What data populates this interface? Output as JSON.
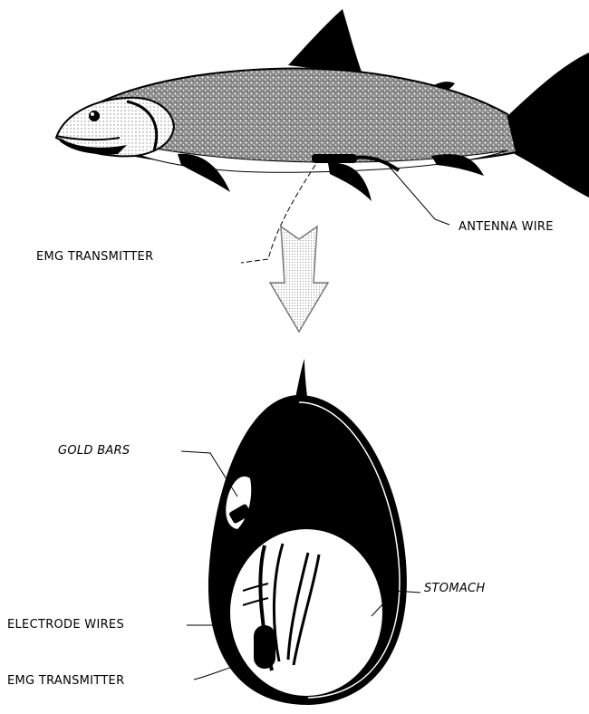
{
  "labels": {
    "antenna_wire": "ANTENNA WIRE",
    "emg_transmitter_top": "EMG TRANSMITTER",
    "gold_bars": "GOLD BARS",
    "stomach": "STOMACH",
    "electrode_wires": "ELECTRODE WIRES",
    "emg_transmitter_bottom": "EMG TRANSMITTER"
  }
}
